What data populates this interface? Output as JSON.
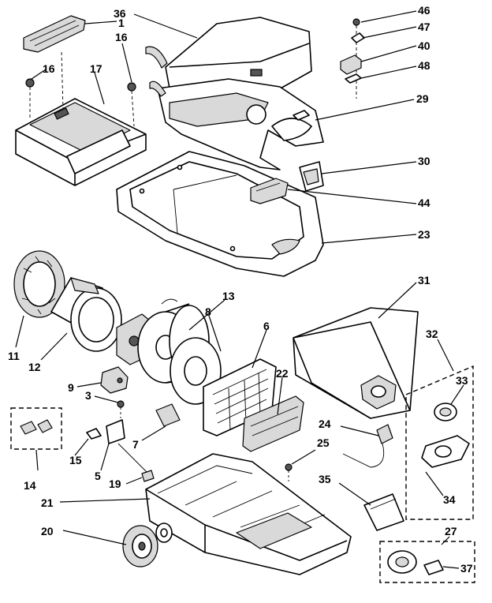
{
  "callouts": {
    "c36": "36",
    "c1": "1",
    "c16a": "16",
    "c16b": "16",
    "c17": "17",
    "c46": "46",
    "c47": "47",
    "c40": "40",
    "c48": "48",
    "c29": "29",
    "c30": "30",
    "c44": "44",
    "c23": "23",
    "c13": "13",
    "c8": "8",
    "c6": "6",
    "c31": "31",
    "c32": "32",
    "c33": "33",
    "c11": "11",
    "c12": "12",
    "c9": "9",
    "c3": "3",
    "c22": "22",
    "c24": "24",
    "c25": "25",
    "c7": "7",
    "c15": "15",
    "c14": "14",
    "c5": "5",
    "c19": "19",
    "c35": "35",
    "c34": "34",
    "c21": "21",
    "c20": "20",
    "c27": "27",
    "c37": "37"
  }
}
